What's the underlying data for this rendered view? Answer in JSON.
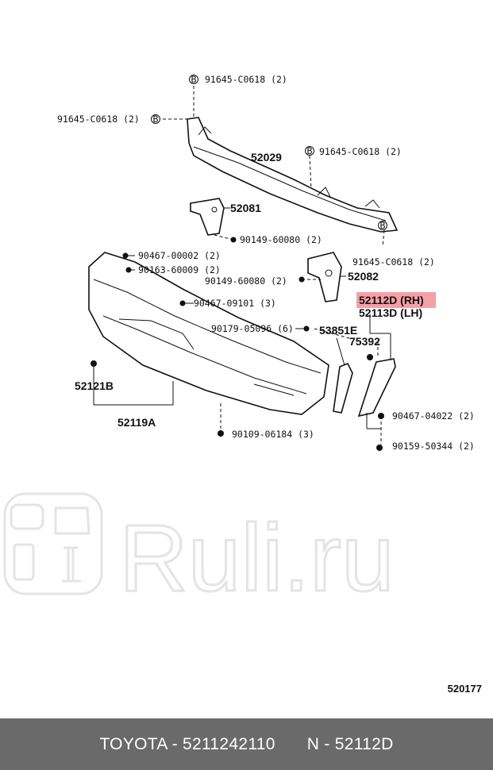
{
  "labels": {
    "bolt_top": "91645-C0618 (2)",
    "bolt_left": "91645-C0618 (2)",
    "bolt_right": "91645-C0618 (2)",
    "bolt_lower_right": "91645-C0618 (2)",
    "support": "52029",
    "bracket_left": "52081",
    "bolt_90149_a": "90149-60080 (2)",
    "bracket_right": "52082",
    "bolt_90149_b": "90149-60080 (2)",
    "clip_90467_a": "90467-00002 (2)",
    "screw_90163": "90163-60009 (2)",
    "clip_90467_b": "90467-09101 (3)",
    "nut_90179": "90179-05096 (6)",
    "part_53851E": "53851E",
    "part_52112D": "52112D (RH)",
    "part_52113D": "52113D (LH)",
    "part_75392": "75392",
    "part_52121B": "52121B",
    "part_52119A": "52119A",
    "bolt_90109": "90109-06184 (3)",
    "clip_90467_c": "90467-04022 (2)",
    "screw_90159": "90159-50344 (2)"
  },
  "bolt_marker": "B",
  "diagram_number": "520177",
  "watermark": "Ruli.ru",
  "highlight_color": "#f4a0a6",
  "footer": {
    "brand_part": "TOYOTA - 5211242110",
    "name_part": "N - 52112D"
  }
}
